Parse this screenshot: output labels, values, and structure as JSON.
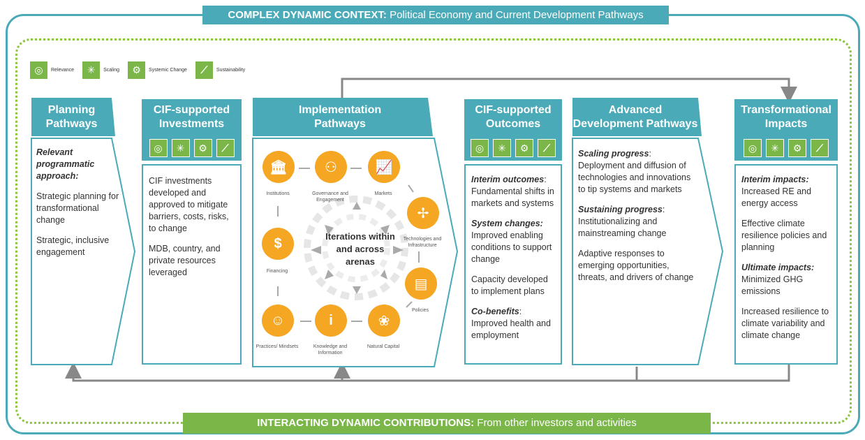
{
  "banners": {
    "top_bold": "COMPLEX DYNAMIC CONTEXT:",
    "top_rest": " Political Economy and Current Development Pathways",
    "bottom_bold": "INTERACTING DYNAMIC CONTRIBUTIONS:",
    "bottom_rest": " From other investors and activities"
  },
  "legend": [
    {
      "icon": "target-icon",
      "glyph": "◎",
      "label": "Relevance"
    },
    {
      "icon": "scatter-icon",
      "glyph": "✳",
      "label": "Scaling"
    },
    {
      "icon": "gears-icon",
      "glyph": "⚙",
      "label": "Systemic Change"
    },
    {
      "icon": "growth-icon",
      "glyph": "⟋",
      "label": "Sustainability"
    }
  ],
  "columns": {
    "planning": {
      "title1": "Planning",
      "title2": "Pathways",
      "heading": "Relevant programmatic approach:",
      "items": [
        "Strategic planning for transformational change",
        "Strategic, inclusive engagement"
      ]
    },
    "investments": {
      "title1": "CIF-supported",
      "title2": "Investments",
      "items": [
        "CIF investments developed and approved to mitigate barriers, costs, risks, to change",
        "MDB, country, and private resources leveraged"
      ]
    },
    "implementation": {
      "title1": "Implementation",
      "title2": "Pathways",
      "center": "Iterations within and across arenas",
      "nodes": [
        {
          "label": "Institutions",
          "glyph": "🏛"
        },
        {
          "label": "Governance and Engagement",
          "glyph": "⚇"
        },
        {
          "label": "Markets",
          "glyph": "📈"
        },
        {
          "label": "Technologies and Infrastructure",
          "glyph": "✢"
        },
        {
          "label": "Policies",
          "glyph": "▤"
        },
        {
          "label": "Natural Capital",
          "glyph": "❀"
        },
        {
          "label": "Knowledge and Information",
          "glyph": "i"
        },
        {
          "label": "Practices/ Mindsets",
          "glyph": "☺"
        },
        {
          "label": "Financing",
          "glyph": "$"
        }
      ]
    },
    "outcomes": {
      "title1": "CIF-supported",
      "title2": "Outcomes",
      "h1": "Interim outcomes",
      "t1": "Fundamental shifts in markets and systems",
      "h2": "System changes:",
      "t2": "Improved enabling conditions to support change",
      "t3": "Capacity developed to implement plans",
      "h4": "Co-benefits",
      "t4": "Improved health and employment"
    },
    "advanced": {
      "title1": "Advanced",
      "title2": "Development Pathways",
      "h1": "Scaling progress",
      "t1": "Deployment and diffusion of technologies and innovations to tip systems and markets",
      "h2": "Sustaining progress",
      "t2": "Institutionalizing and mainstreaming change",
      "t3": "Adaptive responses to emerging opportunities, threats, and drivers of change"
    },
    "impacts": {
      "title1": "Transformational",
      "title2": "Impacts",
      "h1": "Interim impacts:",
      "t1": "Increased RE and energy access",
      "t2": "Effective climate resilience policies and planning",
      "h3": "Ultimate impacts:",
      "t3": "Minimized GHG emissions",
      "t4": "Increased resilience to climate variability and climate change"
    }
  },
  "colors": {
    "teal": "#4aaab8",
    "green": "#7ab648",
    "orange": "#f5a623"
  }
}
